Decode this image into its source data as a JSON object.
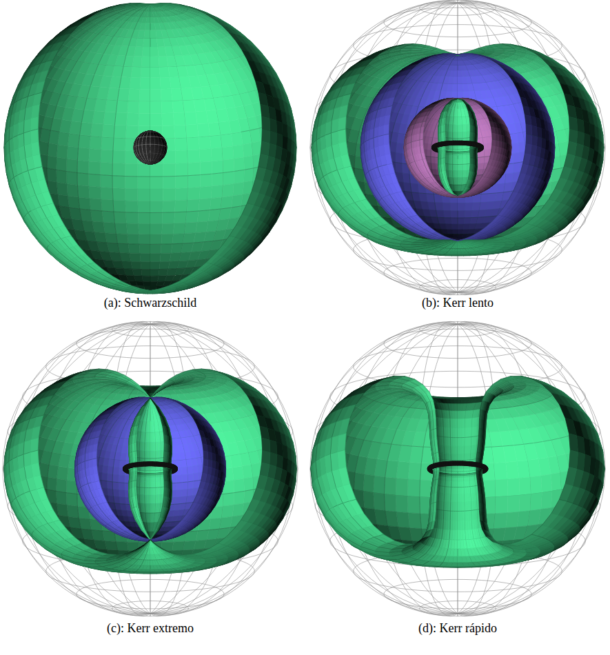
{
  "diagram": {
    "labels": [
      "(a): Schwarzschild",
      "(b): Kerr lento",
      "(c): Kerr extremo",
      "(d): Kerr rápido"
    ]
  }
}
